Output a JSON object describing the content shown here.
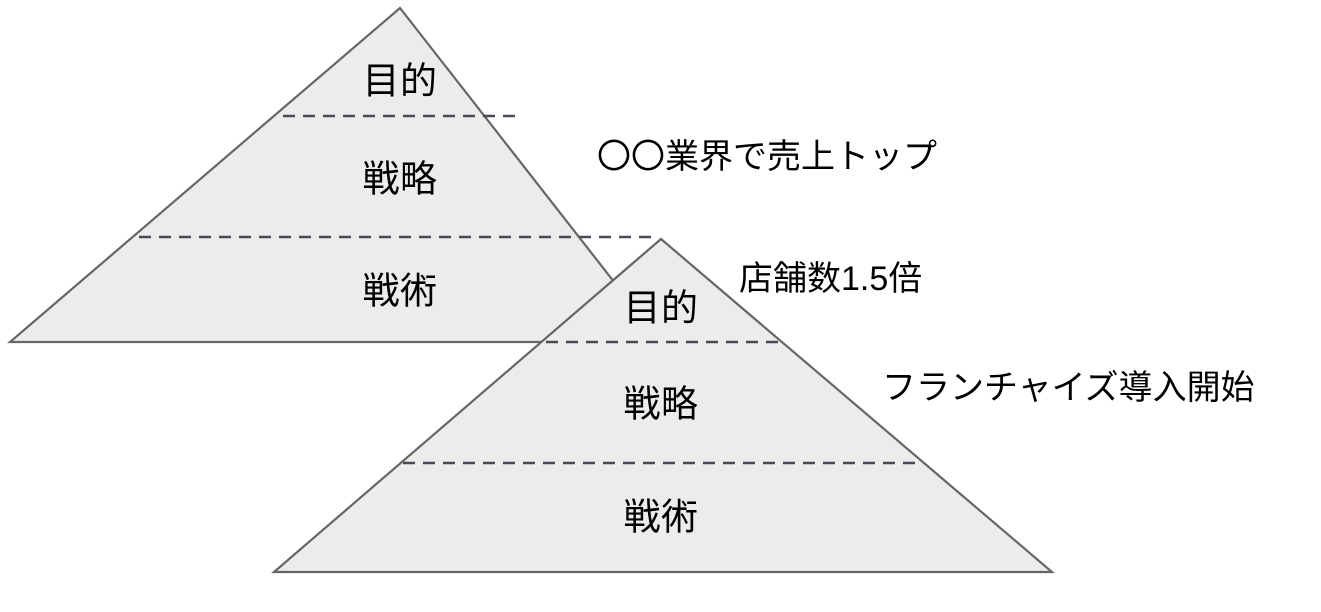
{
  "page": {
    "title": "目的・戦略・戦術 ピラミッド階層図",
    "background_color": "#ffffff"
  },
  "style": {
    "triangle_fill": "#ececec",
    "triangle_stroke": "#666666",
    "divider_stroke": "#4a4a55",
    "text_color": "#000000"
  },
  "pyramids": [
    {
      "id": "pyramid-upper",
      "layers": [
        {
          "key": "purpose",
          "label": "目的"
        },
        {
          "key": "strategy",
          "label": "戦略"
        },
        {
          "key": "tactics",
          "label": "戦術"
        }
      ]
    },
    {
      "id": "pyramid-lower",
      "layers": [
        {
          "key": "purpose",
          "label": "目的"
        },
        {
          "key": "strategy",
          "label": "戦略"
        },
        {
          "key": "tactics",
          "label": "戦術"
        }
      ]
    }
  ],
  "annotations": [
    {
      "key": "annotation-top",
      "text": "〇〇業界で売上トップ"
    },
    {
      "key": "annotation-middle",
      "text": "店舗数1.5倍"
    },
    {
      "key": "annotation-bottom",
      "text": "フランチャイズ導入開始"
    }
  ]
}
